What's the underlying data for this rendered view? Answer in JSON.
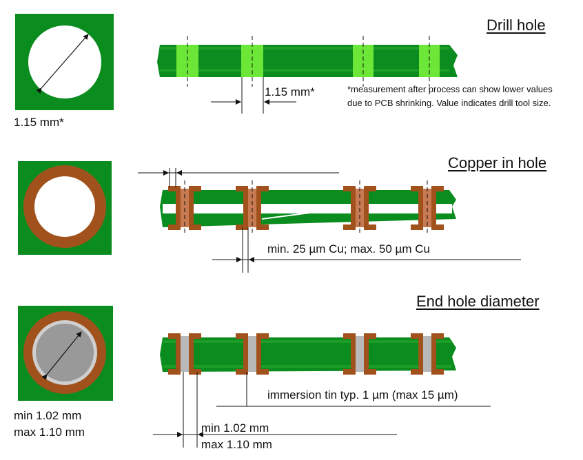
{
  "sections": [
    {
      "id": "drill",
      "title": "Drill hole",
      "pad_label": "1.15 mm*",
      "dimension": "1.15 mm*",
      "note_lines": [
        "*measurement after process can show lower values",
        "due to PCB shrinking. Value indicates drill tool size."
      ]
    },
    {
      "id": "copper",
      "title": "Copper in hole",
      "dimension": "min. 25 µm Cu; max. 50 µm Cu"
    },
    {
      "id": "endhole",
      "title": "End hole diameter",
      "pad_label_lines": [
        "min 1.02 mm",
        "max 1.10 mm"
      ],
      "dimension": "immersion tin typ. 1 µm (max 15 µm)",
      "bottom_dimension_lines": [
        "min 1.02 mm",
        "max 1.10 mm"
      ]
    }
  ],
  "colors": {
    "board_green": "#0a8c1e",
    "board_light": "#5fd63a",
    "drill_highlight": "#77f03a",
    "copper": "#a1521c",
    "copper_fill": "#c87a52",
    "tin": "#b9b9b9",
    "hole_gray": "#999999"
  }
}
